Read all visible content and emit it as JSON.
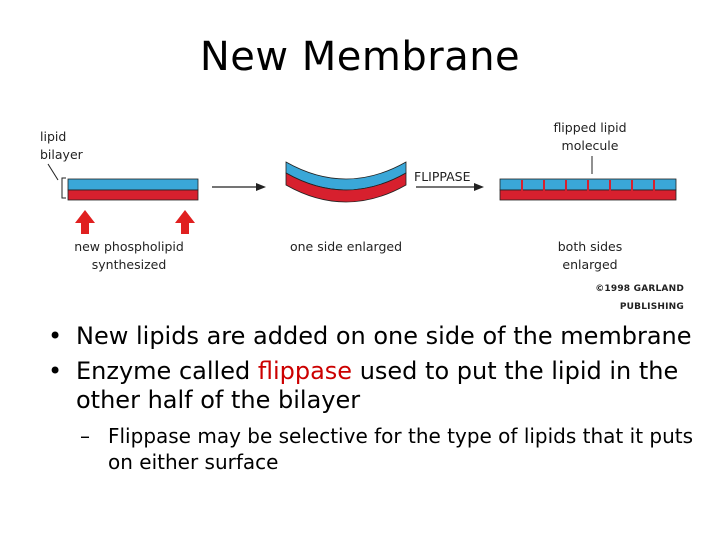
{
  "title": "New Membrane",
  "figure": {
    "labels": {
      "lipid_bilayer": "lipid\nbilayer",
      "new_phospholipid": "new phospholipid\nsynthesized",
      "one_side_enlarged": "one side enlarged",
      "flippase": "FLIPPASE",
      "flipped_lipid": "flipped lipid\nmolecule",
      "both_sides_enlarged": "both sides\nenlarged",
      "credit": "©1998 GARLAND PUBLISHING"
    },
    "colors": {
      "upper_leaflet": "#3aa7d8",
      "lower_leaflet": "#d7202e",
      "new_lipid_arrow": "#e02020"
    }
  },
  "bullets": [
    {
      "text_before": "New lipids are added on one side of the membrane",
      "highlight": "",
      "text_after": ""
    },
    {
      "text_before": "Enzyme called ",
      "highlight": "flippase",
      "text_after": " used to put the lipid in the other half of the bilayer"
    }
  ],
  "sub_bullets": [
    {
      "text": "Flippase may be selective for the type of lipids that it puts on either surface"
    }
  ],
  "bullet_char": "•",
  "dash_char": "–"
}
